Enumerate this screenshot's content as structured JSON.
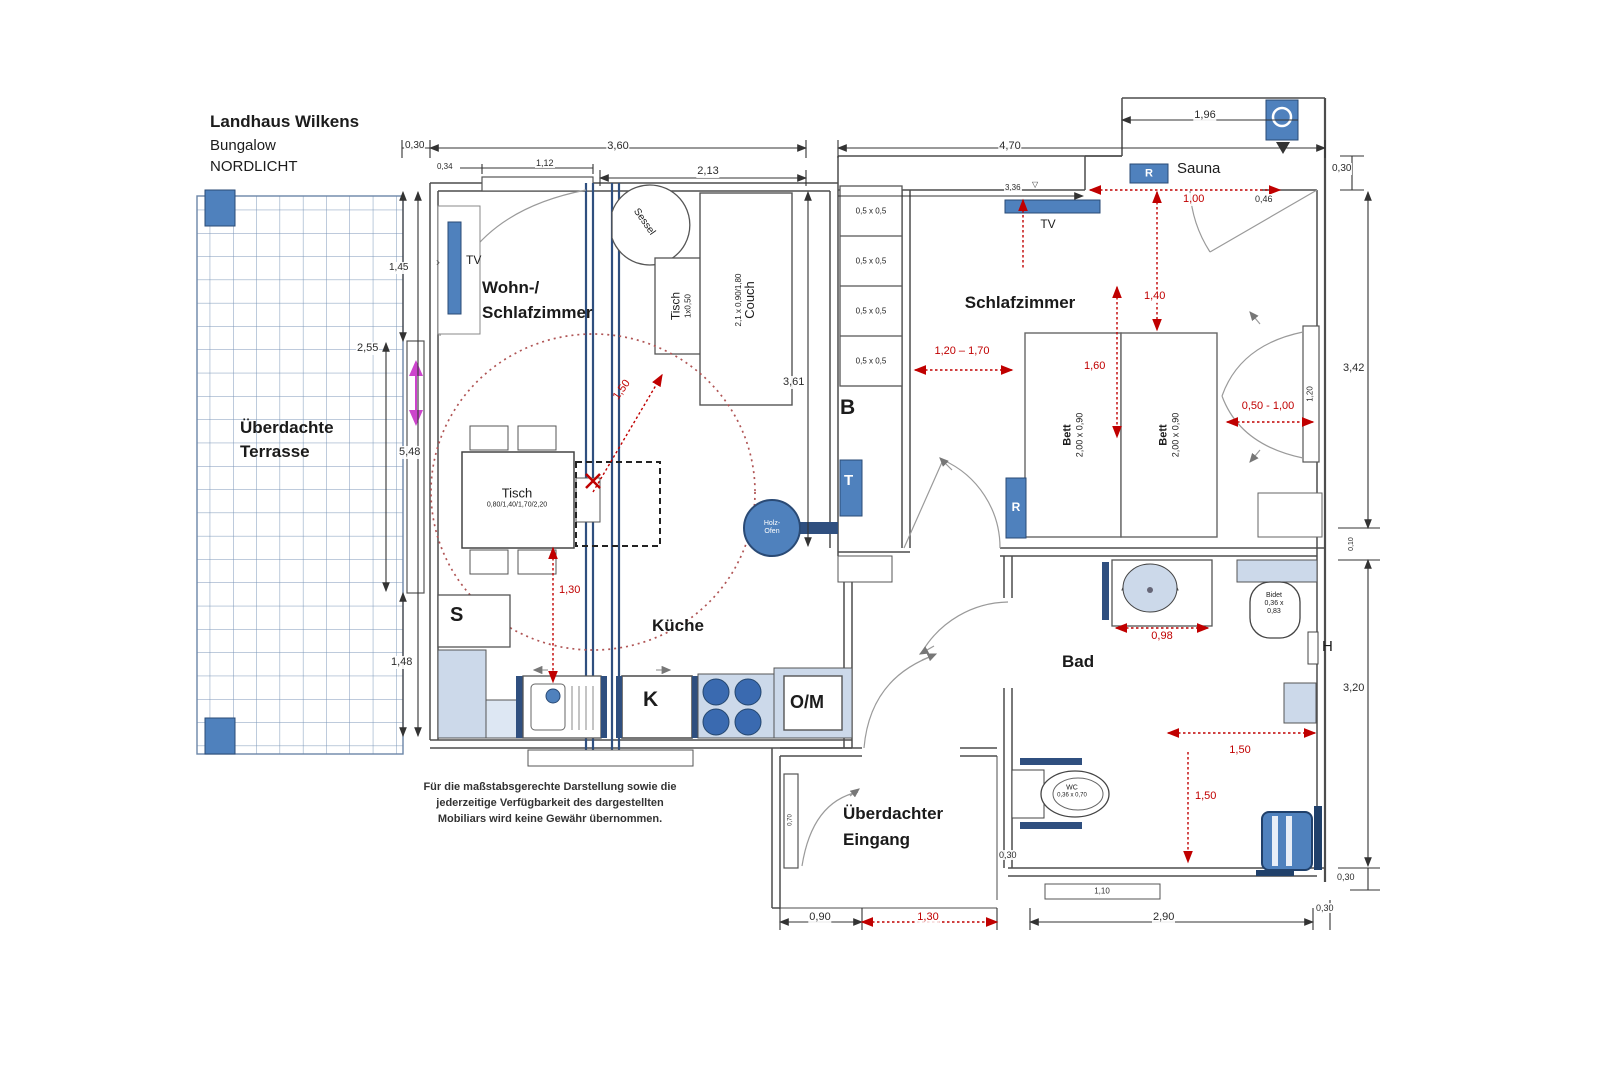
{
  "header": {
    "title": "Landhaus Wilkens",
    "subtitle": "Bungalow",
    "model": "NORDLICHT"
  },
  "rooms": {
    "terrasse_l1": "Überdachte",
    "terrasse_l2": "Terrasse",
    "wohn_l1": "Wohn-/",
    "wohn_l2": "Schlafzimmer",
    "kueche": "Küche",
    "schlafzimmer": "Schlafzimmer",
    "bad": "Bad",
    "sauna": "Sauna",
    "eingang_l1": "Überdachter",
    "eingang_l2": "Eingang"
  },
  "furniture": {
    "tv": "TV",
    "sessel": "Sessel",
    "tisch_klein": "Tisch",
    "tisch_klein_size": "1x0,50",
    "couch": "Couch",
    "couch_size": "2,1 x 0,90/1,80",
    "esstisch": "Tisch",
    "esstisch_size": "0,80/1,40/1,70/2,20",
    "schrank": "S",
    "kuehlschrank": "K",
    "ofen_mikrowelle": "O/M",
    "regal": "B",
    "tuer": "T",
    "holzofen_l1": "Holz-",
    "holzofen_l2": "Ofen",
    "regal_fach": "0,5 x 0,5",
    "bett": "Bett",
    "bett_size": "2,00 x 0,90",
    "heizkoerper": "R",
    "handtuch": "H",
    "bidet_l1": "Bidet",
    "bidet_l2": "0,36 x",
    "bidet_l3": "0,83",
    "wc": "WC",
    "wc_size": "0,36 x 0,70"
  },
  "dims": {
    "d030": "0,30",
    "d360": "3,60",
    "d470": "4,70",
    "d196": "1,96",
    "d034": "0,34",
    "d112": "1,12",
    "d213": "2,13",
    "d336": "3,36",
    "d145": "1,45",
    "d255": "2,55",
    "d548": "5,48",
    "d148": "1,48",
    "d361": "3,61",
    "d342": "3,42",
    "d120": "1,20",
    "d010": "0,10",
    "d320": "3,20",
    "d090": "0,90",
    "d290": "2,90",
    "d110": "1,10",
    "d046": "0,46",
    "d070": "0,70"
  },
  "dims_red": {
    "r100": "1,00",
    "r140": "1,40",
    "r160": "1,60",
    "r120_170": "1,20 – 1,70",
    "r050_100": "0,50 - 1,00",
    "r098": "0,98",
    "r150": "1,50",
    "r130": "1,30"
  },
  "icons": {
    "level_marker": "▽",
    "tv_bracket": "›"
  },
  "note": {
    "l1": "Für die maßstabsgerechte Darstellung sowie die",
    "l2": "jederzeitige Verfügbarkeit des dargestellten",
    "l3": "Mobiliars wird keine Gewähr übernommen."
  },
  "colors": {
    "furniture_blue": "#4f81bd",
    "furniture_blue_dark": "#2f4f7f",
    "light_blue": "#ccd9ea",
    "dim_red": "#c00000",
    "wall": "#4d4d4d",
    "magenta": "#cc44cc",
    "circle_red": "#b05555"
  }
}
